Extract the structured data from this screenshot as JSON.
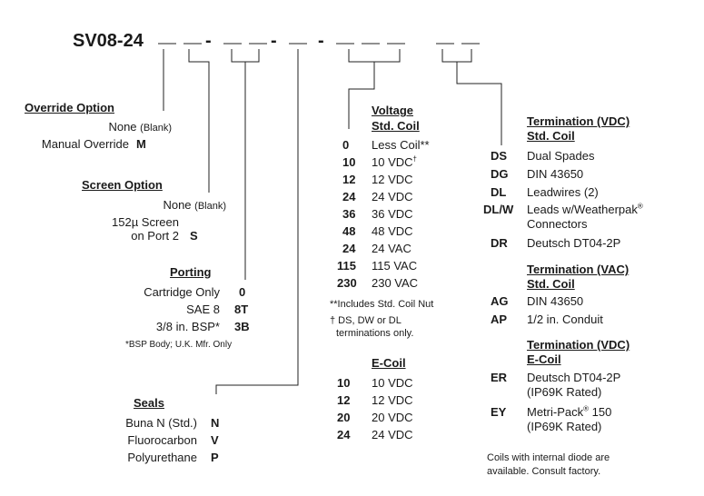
{
  "model": "SV08-24",
  "override": {
    "title": "Override Option",
    "options": [
      {
        "label": "None",
        "note": "(Blank)",
        "code": ""
      },
      {
        "label": "Manual Override",
        "code": "M"
      }
    ]
  },
  "screen": {
    "title": "Screen Option",
    "options": [
      {
        "label": "None",
        "note": "(Blank)",
        "code": ""
      },
      {
        "label_line1": "152µ Screen",
        "label_line2": "on Port 2",
        "code": "S"
      }
    ]
  },
  "porting": {
    "title": "Porting",
    "options": [
      {
        "label": "Cartridge Only",
        "code": "0"
      },
      {
        "label": "SAE 8",
        "code": "8T"
      },
      {
        "label": "3/8 in. BSP*",
        "code": "3B"
      }
    ],
    "footnote": "*BSP Body; U.K. Mfr. Only"
  },
  "seals": {
    "title": "Seals",
    "options": [
      {
        "label": "Buna N (Std.)",
        "code": "N"
      },
      {
        "label": "Fluorocarbon",
        "code": "V"
      },
      {
        "label": "Polyurethane",
        "code": "P"
      }
    ]
  },
  "voltage": {
    "title_line1": "Voltage",
    "title_line2": "Std. Coil",
    "options": [
      {
        "code": "0",
        "label": "Less Coil**"
      },
      {
        "code": "10",
        "label": "10 VDC",
        "mark": "†"
      },
      {
        "code": "12",
        "label": "12 VDC"
      },
      {
        "code": "24",
        "label": "24 VDC"
      },
      {
        "code": "36",
        "label": "36 VDC"
      },
      {
        "code": "48",
        "label": "48 VDC"
      },
      {
        "code": "24",
        "label": "24 VAC"
      },
      {
        "code": "115",
        "label": "115 VAC"
      },
      {
        "code": "230",
        "label": "230 VAC"
      }
    ],
    "footnote1": "**Includes Std. Coil Nut",
    "footnote2_line1": "† DS, DW or DL",
    "footnote2_line2": "terminations only."
  },
  "ecoil": {
    "title": "E-Coil",
    "options": [
      {
        "code": "10",
        "label": "10 VDC"
      },
      {
        "code": "12",
        "label": "12 VDC"
      },
      {
        "code": "20",
        "label": "20 VDC"
      },
      {
        "code": "24",
        "label": "24 VDC"
      }
    ]
  },
  "term_vdc_std": {
    "title_line1": "Termination (VDC)",
    "title_line2": "Std. Coil",
    "options": [
      {
        "code": "DS",
        "label": "Dual Spades"
      },
      {
        "code": "DG",
        "label": "DIN 43650"
      },
      {
        "code": "DL",
        "label": "Leadwires (2)"
      },
      {
        "code": "DL/W",
        "label_line1": "Leads w/Weatherpak",
        "mark": "®",
        "label_line2": "Connectors"
      },
      {
        "code": "DR",
        "label": "Deutsch DT04-2P"
      }
    ]
  },
  "term_vac_std": {
    "title_line1": "Termination (VAC)",
    "title_line2": "Std. Coil",
    "options": [
      {
        "code": "AG",
        "label": "DIN 43650"
      },
      {
        "code": "AP",
        "label": "1/2 in. Conduit"
      }
    ]
  },
  "term_vdc_e": {
    "title_line1": "Termination (VDC)",
    "title_line2": "E-Coil",
    "options": [
      {
        "code": "ER",
        "label_line1": "Deutsch DT04-2P",
        "label_line2": "(IP69K Rated)"
      },
      {
        "code": "EY",
        "label_line1": "Metri-Pack",
        "mark": "®",
        "label_line1b": " 150",
        "label_line2": "(IP69K Rated)"
      }
    ]
  },
  "note_line1": "Coils with internal diode are",
  "note_line2": "available. Consult factory."
}
